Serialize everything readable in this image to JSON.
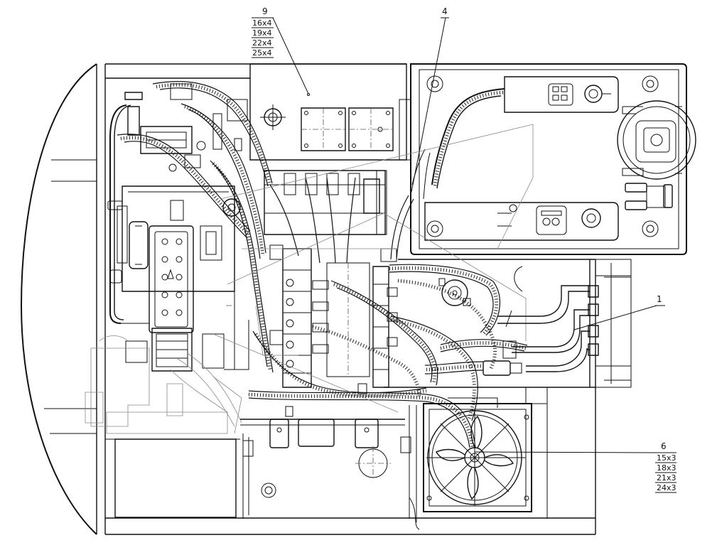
{
  "callouts": [
    {
      "id": "9",
      "sizes": [
        "16x4",
        "19x4",
        "22x4",
        "25x4"
      ]
    },
    {
      "id": "4",
      "sizes": []
    },
    {
      "id": "1",
      "sizes": []
    },
    {
      "id": "6",
      "sizes": [
        "15x3",
        "18x3",
        "21x3",
        "24x3"
      ]
    }
  ]
}
